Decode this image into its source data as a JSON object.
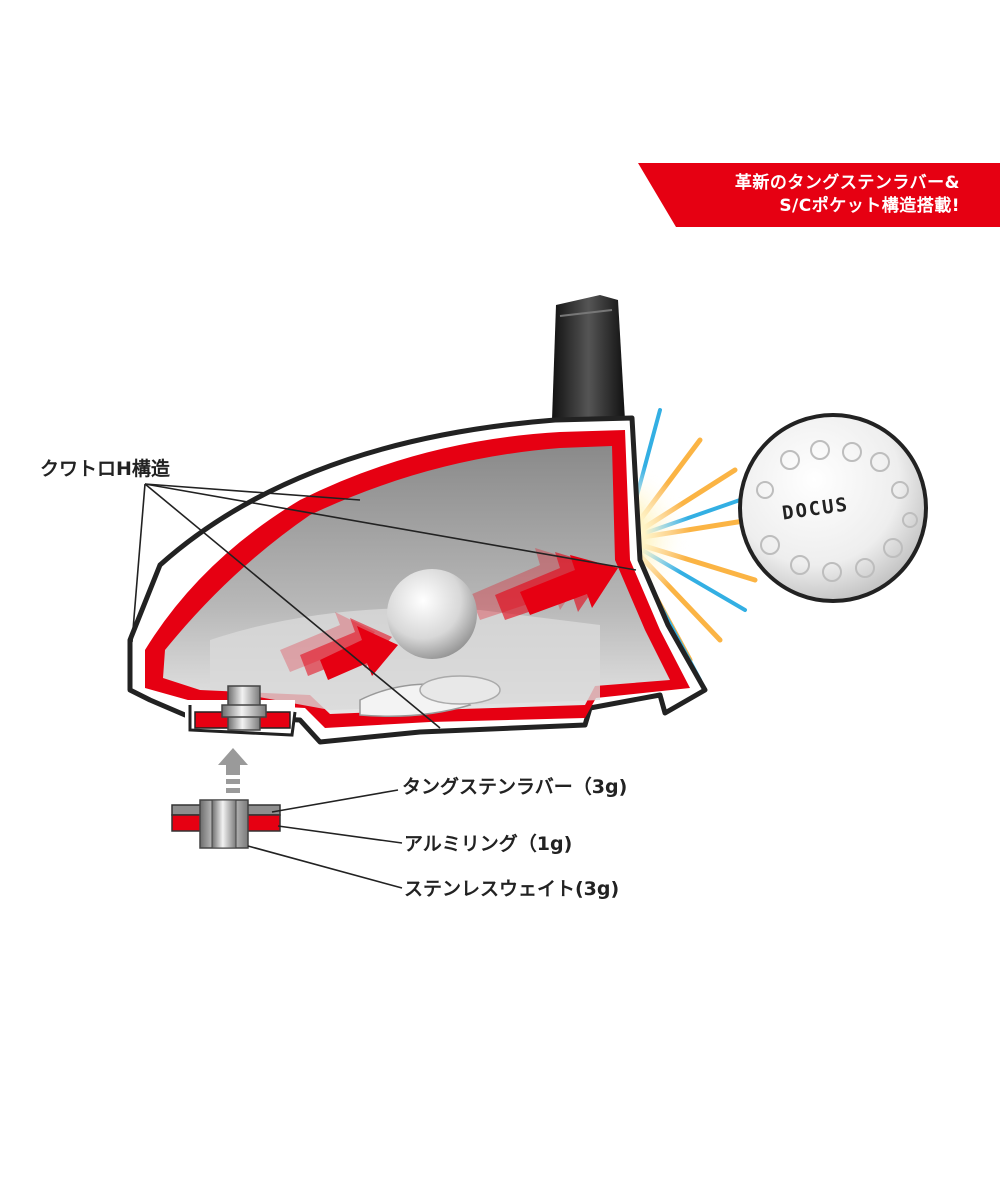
{
  "banner": {
    "line1": "革新のタングステンラバー&",
    "line2": "S/Cポケット構造搭載!",
    "color": "#e60012"
  },
  "callouts": {
    "frame": "クワトロH構造",
    "rubber": "タングステンラバー（3g)",
    "ring": "アルミリング（1g)",
    "weight": "ステンレスウェイト(3g)"
  },
  "ball": {
    "brand": "DOCUS"
  },
  "colors": {
    "accent": "#e60012",
    "shell": "#9b9b9b",
    "outline": "#222222"
  }
}
